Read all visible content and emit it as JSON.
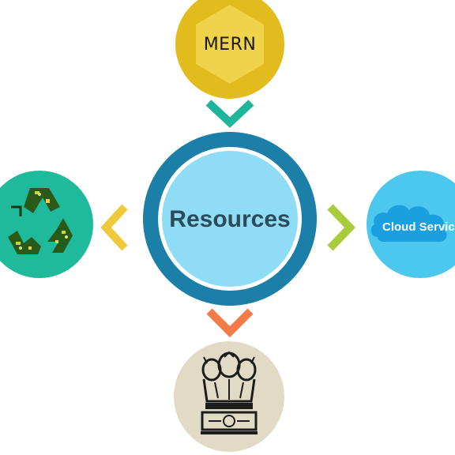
{
  "center": {
    "label": "Resources",
    "color": "#1b7fa8",
    "inner_color": "#8fdcf7"
  },
  "top": {
    "label": "MERN",
    "color": "#e2bb1c"
  },
  "right": {
    "label": "Cloud Services",
    "color": "#4cc7ee"
  },
  "left": {
    "icon": "recycle-circuit-icon",
    "color": "#1fb99c"
  },
  "bottom": {
    "icon": "national-emblem-icon",
    "color": "#e1dbc5"
  },
  "arrows": {
    "top": "#1fb59a",
    "left": "#f0c93a",
    "right": "#a8cc3b",
    "bottom": "#f47a4a"
  }
}
